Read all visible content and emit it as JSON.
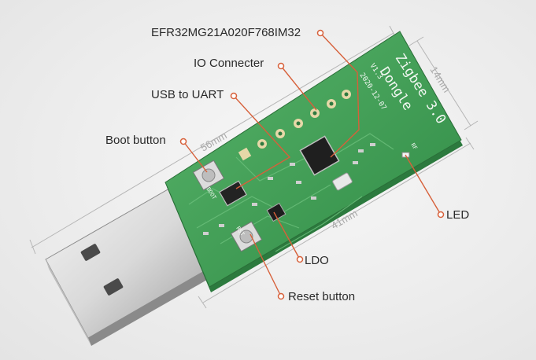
{
  "labels": {
    "mcu": "EFR32MG21A020F768IM32",
    "io_connector": "IO Connecter",
    "usb_uart": "USB to UART",
    "boot_button": "Boot button",
    "led": "LED",
    "ldo": "LDO",
    "reset_button": "Reset button"
  },
  "dimensions": {
    "length": "56mm",
    "width": "14mm",
    "board_length": "41mm"
  },
  "silkscreen": {
    "title_line1": "Zigbee 3.0",
    "title_line2": "Dongle",
    "version": "V1.3",
    "date": "2020-12-07",
    "boot": "BOOT",
    "rst": "RST",
    "rf": "RF"
  },
  "colors": {
    "pcb": "#3f9a55",
    "callout": "#d7603a",
    "dimension_line": "#b5b5b5"
  }
}
